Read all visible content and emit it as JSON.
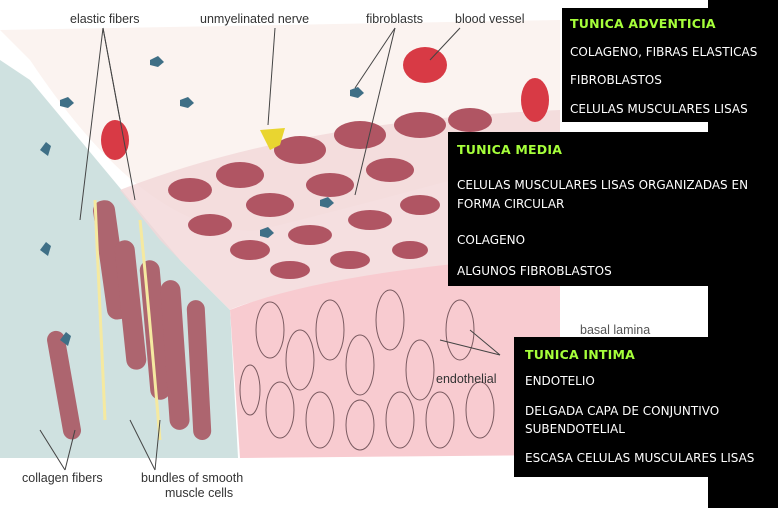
{
  "colors": {
    "title_accent": "#a6ff3a",
    "box_background": "#000000",
    "box_text": "#ffffff",
    "intima_pink": "#f7c9cf",
    "connective_blue": "#c9dddd",
    "muscle_red": "#a8505c"
  },
  "figure_labels": {
    "elastic_fibers": "elastic fibers",
    "unmyelinated_nerve": "unmyelinated nerve",
    "fibroblasts": "fibroblasts",
    "blood_vessel": "blood vessel",
    "basal_lamina": "basal lamina",
    "endothelial": "endothelial",
    "collagen_fibers": "collagen fibers",
    "bundles_line1": "bundles of smooth",
    "bundles_line2": "muscle cells"
  },
  "adventicia": {
    "title": "TUNICA ADVENTICIA",
    "items": [
      "COLAGENO, FIBRAS ELASTICAS",
      "FIBROBLASTOS",
      "CELULAS MUSCULARES LISAS"
    ]
  },
  "media": {
    "title": "TUNICA MEDIA",
    "item1_line1": "CELULAS MUSCULARES LISAS ORGANIZADAS EN",
    "item1_line2": "FORMA CIRCULAR",
    "item2": "COLAGENO",
    "item3": "ALGUNOS FIBROBLASTOS"
  },
  "intima": {
    "title": "TUNICA INTIMA",
    "item1": "ENDOTELIO",
    "item2_line1": "DELGADA CAPA DE CONJUNTIVO",
    "item2_line2": "SUBENDOTELIAL",
    "item3": "ESCASA CELULAS MUSCULARES LISAS"
  }
}
